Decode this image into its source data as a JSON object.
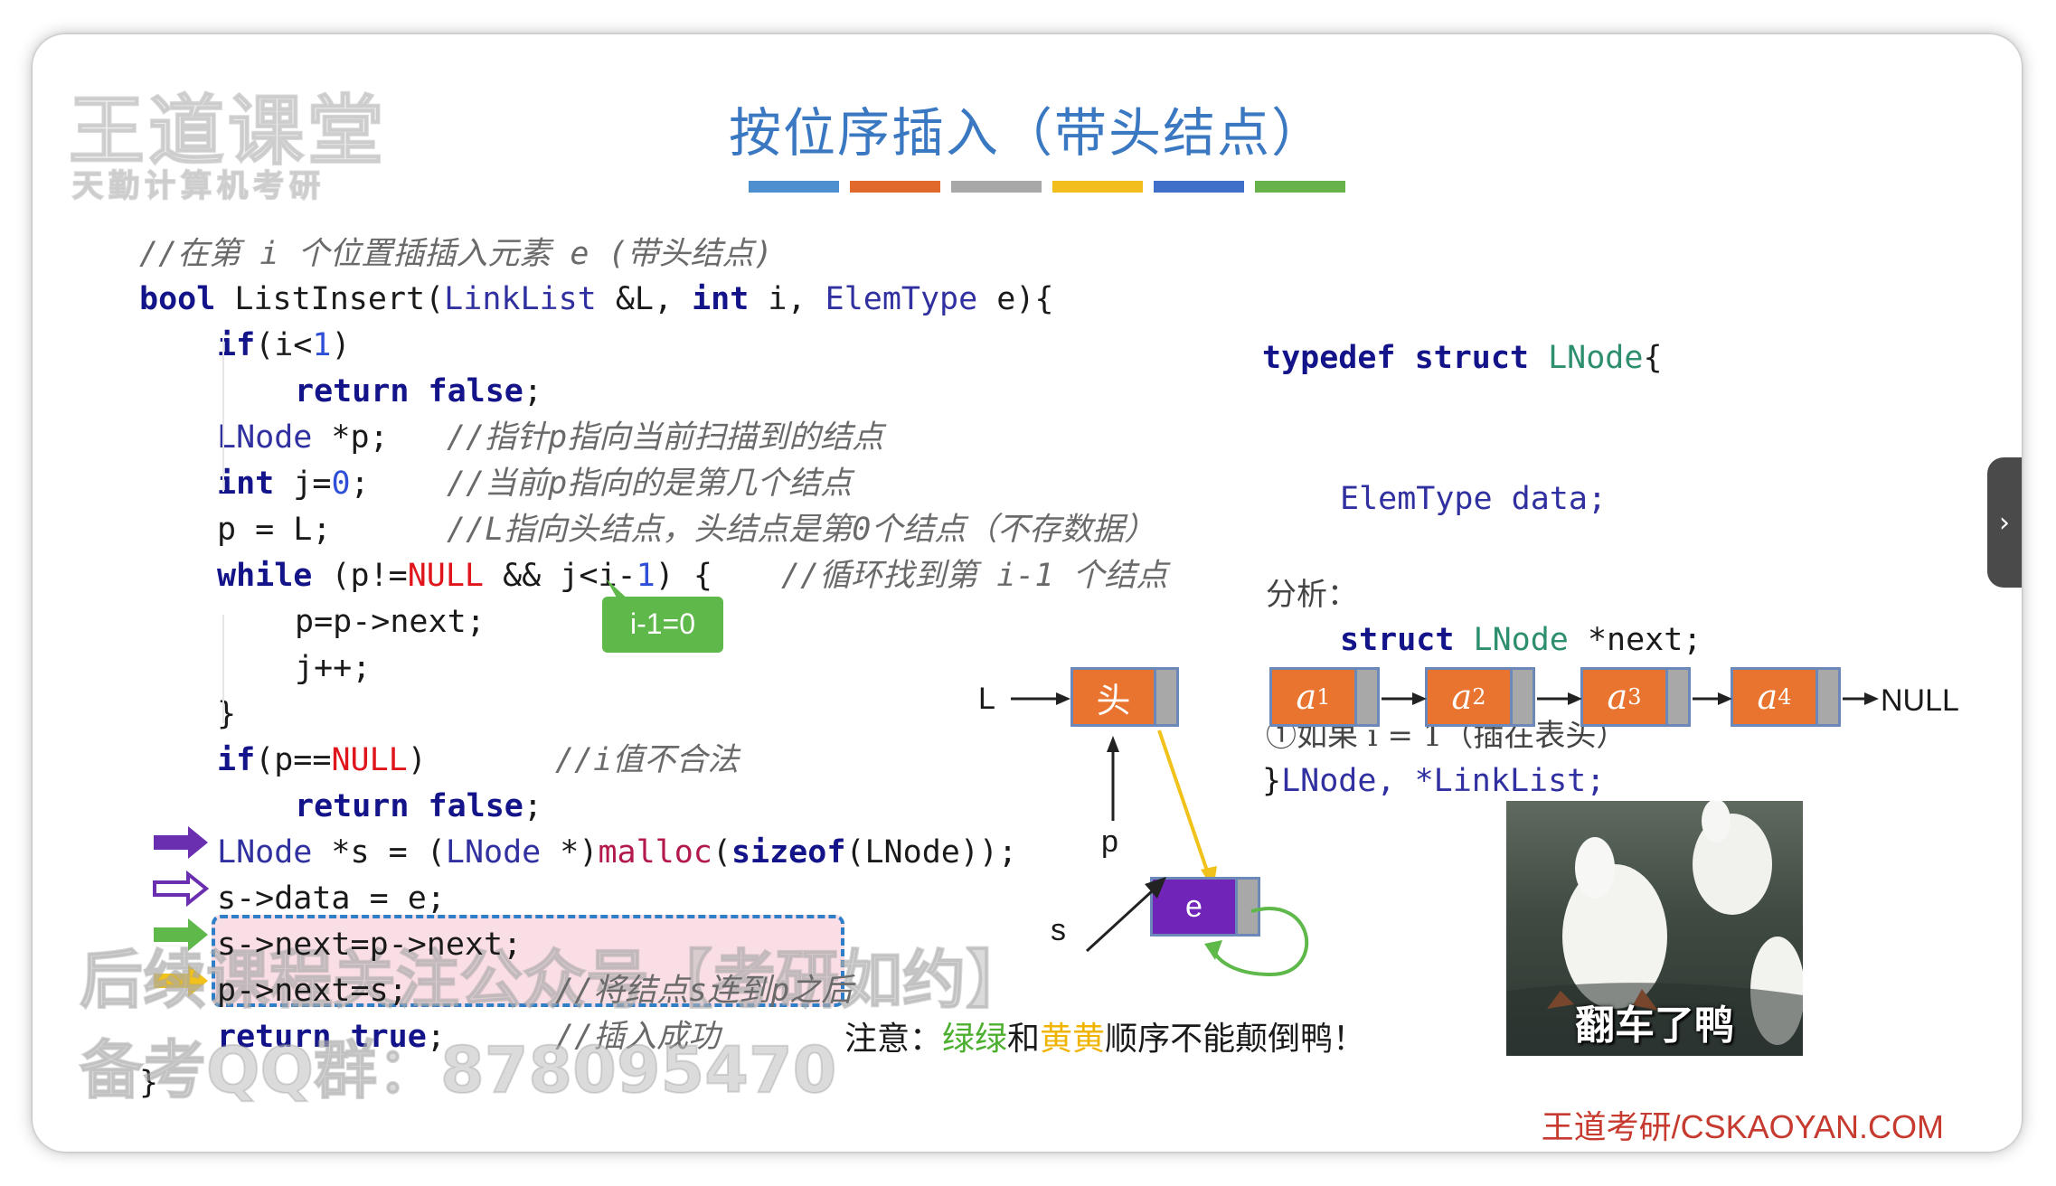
{
  "watermark": {
    "logo": "王道课堂",
    "sub": "天勤计算机考研",
    "line1": "后续课程关注公众号【考研如约】",
    "line2": "备考QQ群：878095470"
  },
  "title": "按位序插入（带头结点）",
  "title_bar_colors": [
    "#4e8fd0",
    "#e0692b",
    "#a8a8a8",
    "#f2be1e",
    "#3f6fc9",
    "#67b24a"
  ],
  "code": {
    "comment_top": "//在第 i 个位置插插入元素 e (带头结点)",
    "sig_kw": "bool",
    "sig_fn": " ListInsert(",
    "sig_ty1": "LinkList",
    "sig_p1": " &L, ",
    "sig_kw2": "int",
    "sig_p2": " i, ",
    "sig_ty2": "ElemType",
    "sig_p3": " e){",
    "l3_kw": "if",
    "l3_a": "(i<",
    "l3_num": "1",
    "l3_b": ")",
    "l4_kw": "return false",
    "l4_end": ";",
    "l5_ty": "LNode",
    "l5_a": " *p;",
    "l5_cm": "//指针p指向当前扫描到的结点",
    "l6_kw": "int",
    "l6_a": " j=",
    "l6_num": "0",
    "l6_b": ";",
    "l6_cm": "//当前p指向的是第几个结点",
    "l7_a": "p = L;",
    "l7_cm": "//L指向头结点，头结点是第0个结点（不存数据）",
    "l8_kw": "while",
    "l8_a": " (p!=",
    "l8_nul": "NULL",
    "l8_b": " && j<i-",
    "l8_num": "1",
    "l8_c": ") {",
    "l8_cm": "//循环找到第 i-1 个结点",
    "l9": "p=p->next;",
    "l10": "j++;",
    "l11": "}",
    "l12_kw": "if",
    "l12_a": "(p==",
    "l12_nul": "NULL",
    "l12_b": ")",
    "l12_cm": "//i值不合法",
    "l13_kw": "return false",
    "l13_end": ";",
    "l14_ty": "LNode",
    "l14_a": " *s = (",
    "l14_ty2": "LNode",
    "l14_b": " *)",
    "l14_fn": "malloc",
    "l14_c": "(",
    "l14_kw": "sizeof",
    "l14_d": "(LNode));",
    "l15": "s->data = e;",
    "l16": "s->next=p->next;",
    "l17": "p->next=s;",
    "l17_cm": "//将结点s连到p之后",
    "l18_kw": "return true",
    "l18_end": ";",
    "l18_cm": "//插入成功",
    "l19": "}"
  },
  "tag_label": "i-1=0",
  "struct_code": {
    "l1_kw": "typedef struct",
    "l1_ty": " LNode",
    "l1_end": "{",
    "l2_ty": "ElemType",
    "l2_a": " data;",
    "l3_kw": "struct",
    "l3_ty": " LNode",
    "l3_a": " *next;",
    "l4_a": "}",
    "l4_b": "LNode, *LinkList;"
  },
  "analysis": {
    "heading": "分析：",
    "item1": "①如果 i = 1（插在表头）"
  },
  "diagram": {
    "L_label": "L",
    "head_label": "头",
    "nodes": [
      {
        "base": "a",
        "sub": "1"
      },
      {
        "base": "a",
        "sub": "2"
      },
      {
        "base": "a",
        "sub": "3"
      },
      {
        "base": "a",
        "sub": "4"
      }
    ],
    "null_label": "NULL",
    "p_label": "p",
    "s_label": "s",
    "e_label": "e"
  },
  "note": {
    "prefix": "注意：",
    "green": "绿绿",
    "mid": "和",
    "yellow": "黄黄",
    "suffix": "顺序不能颠倒鸭！"
  },
  "photo_caption": "翻车了鸭",
  "footer": "王道考研/CSKAOYAN.COM",
  "side_tab_icon": "chevron-right-icon",
  "colors": {
    "title": "#3a78c2",
    "node_fill": "#e8742f",
    "node_e": "#7124b8",
    "tag": "#5fb84a",
    "null_text": "#e0151b",
    "green_note": "#4caf2f",
    "yellow_note": "#f0b400",
    "footer": "#c63a2f"
  }
}
